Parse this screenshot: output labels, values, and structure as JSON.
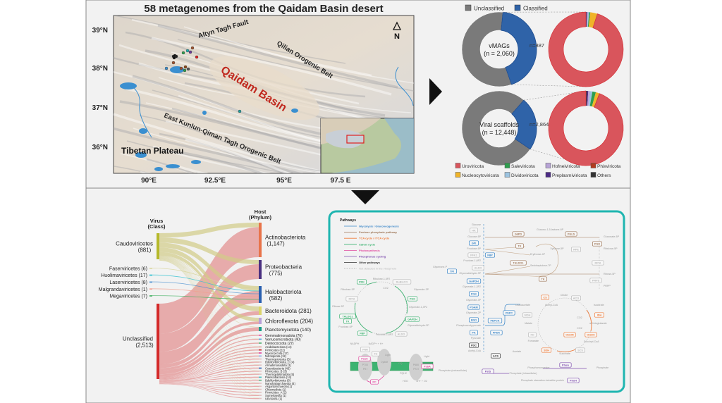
{
  "map": {
    "title": "58 metagenomes from the Qaidam Basin desert",
    "lat_ticks": [
      "39°N",
      "38°N",
      "37°N",
      "36°N"
    ],
    "lon_ticks": [
      "90°E",
      "92.5°E",
      "95°E",
      "97.5 E"
    ],
    "labels": {
      "altyn": "Altyn Tagh Fault",
      "qilian": "Qilian Orogenic Belt",
      "basin": "Qaidam Basin",
      "kunlun": "East Kunlun-Qiman Tagh Orogenic Belt",
      "plateau": "Tibetan Plateau",
      "north": "N"
    },
    "colors": {
      "basin_label": "#c0281e",
      "lake": "#3a8fd0",
      "inset_box": "#e02020"
    }
  },
  "classification": {
    "legend_top": [
      {
        "label": "Unclassified",
        "color": "#7a7a7a"
      },
      {
        "label": "Classified",
        "color": "#2f63a8"
      }
    ],
    "donuts": [
      {
        "name": "vMAGs",
        "n_label": "(n = 2,060)",
        "classified_label": "n=887",
        "total": 2060,
        "classified": 887,
        "phyla_fraction": {
          "Uroviricota": 0.95,
          "Nucleocytoviricota": 0.03,
          "Salaviricota": 0.005,
          "Dividoviricota": 0.005,
          "Hofneiviricota": 0.004,
          "Preplasmiviricota": 0.003,
          "Phixviricota": 0.001,
          "Others": 0.002
        }
      },
      {
        "name": "Viral scaffolds",
        "n_label": "(n = 12,448)",
        "classified_label": "n=2,864",
        "total": 12448,
        "classified": 2864,
        "phyla_fraction": {
          "Uroviricota": 0.94,
          "Nucleocytoviricota": 0.015,
          "Salaviricota": 0.015,
          "Dividoviricota": 0.01,
          "Hofneiviricota": 0.008,
          "Preplasmiviricota": 0.006,
          "Phixviricota": 0.002,
          "Others": 0.004
        }
      }
    ],
    "legend_bottom": [
      {
        "label": "Uroviricota",
        "color": "#d9555c"
      },
      {
        "label": "Saleviricota",
        "color": "#2e9e4e"
      },
      {
        "label": "Hofneiviricota",
        "color": "#b7a3d6"
      },
      {
        "label": "Phixviricota",
        "color": "#b23a1e"
      },
      {
        "label": "Nucleocytoviricota",
        "color": "#f0b429"
      },
      {
        "label": "Dividoviricota",
        "color": "#9cc3e0"
      },
      {
        "label": "Preplasmiviricota",
        "color": "#4b2a84"
      },
      {
        "label": "Others",
        "color": "#333333"
      }
    ]
  },
  "sankey": {
    "virus_header": [
      "Virus",
      "(Class)"
    ],
    "host_header": [
      "Host",
      "(Phylum)"
    ],
    "virus_classes": [
      {
        "name": "Caudoviricetes",
        "count": "(881)",
        "value": 881,
        "color": "#b5b82a"
      },
      {
        "name": "Faserviricetes (6)",
        "value": 6,
        "color": "#d8d49a"
      },
      {
        "name": "Huolimaviricetes (17)",
        "value": 17,
        "color": "#30c0d0"
      },
      {
        "name": "Laserviricetes (8)",
        "value": 8,
        "color": "#4a90d0"
      },
      {
        "name": "Malgrandaviricetes (1)",
        "value": 1,
        "color": "#f0a090"
      },
      {
        "name": "Megaviricetes (7)",
        "value": 7,
        "color": "#40b060"
      },
      {
        "name": "Unclassified",
        "count": "(2,513)",
        "value": 2513,
        "color": "#d42a2a"
      }
    ],
    "hosts": [
      {
        "name": "Actinobacteriota",
        "count": "(1,147)",
        "value": 1147,
        "color": "#e8744a"
      },
      {
        "name": "Proteobacteria",
        "count": "(775)",
        "value": 775,
        "color": "#4a3080"
      },
      {
        "name": "Halobacteriota",
        "count": "(582)",
        "value": 582,
        "color": "#2a60b0"
      },
      {
        "name": "Bacteroidota (281)",
        "value": 281,
        "color": "#dcd46c"
      },
      {
        "name": "Chloroflexota (204)",
        "value": 204,
        "color": "#b8a0d8"
      },
      {
        "name": "Planctomycetota (140)",
        "value": 140,
        "color": "#1a9a88"
      },
      {
        "name": "Gemmatimonadota (76)",
        "value": 76,
        "color": "#e040a0"
      },
      {
        "name": "Verrucomicrobiota (40)",
        "value": 40,
        "color": "#4aa0e0"
      },
      {
        "name": "Deinococcota (27)",
        "value": 27,
        "color": "#50b070"
      },
      {
        "name": "Acidobacteriota (14)",
        "value": 14,
        "color": "#e0a0a0"
      },
      {
        "name": "Firmicutes (22)",
        "value": 22,
        "color": "#c02020"
      },
      {
        "name": "Myxococcota (17)",
        "value": 17,
        "color": "#e040a0"
      },
      {
        "name": "Nitrospirota (12)",
        "value": 12,
        "color": "#90b0e0"
      },
      {
        "name": "Thermoproteota (5)",
        "value": 5,
        "color": "#e0c0c0"
      },
      {
        "name": "Bdellovibrionota_C (4)",
        "value": 4,
        "color": "#e0c0c0"
      },
      {
        "name": "Armatimonadota (1)",
        "value": 1,
        "color": "#e0c0c0"
      },
      {
        "name": "Cyanobacteria (45)",
        "value": 45,
        "color": "#2a60b0"
      },
      {
        "name": "Firmicutes_B (3)",
        "value": 3,
        "color": "#e0c0c0"
      },
      {
        "name": "Thermoplasmatota (5)",
        "value": 5,
        "color": "#e0c0c0"
      },
      {
        "name": "Patescibacteria (14)",
        "value": 14,
        "color": "#40c0c0"
      },
      {
        "name": "Bdellovibrionota (6)",
        "value": 6,
        "color": "#60b080"
      },
      {
        "name": "Nanohaloarchaeota (4)",
        "value": 4,
        "color": "#e0c0c0"
      },
      {
        "name": "Asgardarchaeota (1)",
        "value": 1,
        "color": "#e0c0c0"
      },
      {
        "name": "Chlamydiota (1)",
        "value": 1,
        "color": "#e0c0c0"
      },
      {
        "name": "Firmicutes_A (1)",
        "value": 1,
        "color": "#e0c0c0"
      },
      {
        "name": "Sumerlaeota (1)",
        "value": 1,
        "color": "#e0c0c0"
      },
      {
        "name": "UBA6481 (1)",
        "value": 1,
        "color": "#e0c0c0"
      }
    ]
  },
  "pathways": {
    "border_color": "#1fb5b0",
    "legend_title": "Pathways",
    "legend": [
      {
        "label": "Glycolysis / Gluconeogenesis",
        "color": "#3a86c8"
      },
      {
        "label": "Pentose phosphate pathway",
        "color": "#a0785a"
      },
      {
        "label": "TCA cycle / rTCA cycle",
        "color": "#f07c3a"
      },
      {
        "label": "Calvin cycle",
        "color": "#3cb371"
      },
      {
        "label": "Photosynthesis",
        "color": "#e0479e"
      },
      {
        "label": "Phosphorus cycling",
        "color": "#8050b0"
      },
      {
        "label": "Other pathways",
        "color": "#333333"
      },
      {
        "label": "Not detected in the virosphere",
        "color": "#bbbbbb"
      }
    ],
    "metabolites": [
      "Ribulose-1,5P2",
      "CO2",
      "Glycerate-3P",
      "Ribulose-5P",
      "Ribose-5P",
      "Glycerate-1,3P2",
      "Fructose-6P",
      "Glyceraldehyde-3P",
      "Fructose-1,6P2",
      "Glucose",
      "Glucose-6P",
      "Fructose-6P",
      "Fructose-1,6P2",
      "Glycerone-P",
      "Glyceraldehyde-3P",
      "Glycerate-1,3P2",
      "Glycerate-3P",
      "Glycerate-2P",
      "Phosphoenolpyruvate",
      "Pyruvate",
      "Acetyl-CoA",
      "Acetate",
      "Glucono-1,5-lactone-6P",
      "Gluconate-6P",
      "Xylulose-5P",
      "Ribulose-5P",
      "Erythrose-4P",
      "Sedoheptulose-7P",
      "Ribose-5P",
      "PRPP",
      "Citrate",
      "Acetyl-CoA",
      "Oxaloacetate",
      "Isocitrate",
      "CO2",
      "α-Ketoglutarate",
      "Malate",
      "CO2",
      "Succinyl-CoA",
      "Fumarate",
      "Succinate",
      "Phosphate (extracellular)",
      "Phosphate (intracellular)",
      "Phosphomonoester",
      "Phosphate",
      "Phosphate starvation-inducible protein",
      "NADPH",
      "NADP+ + H+",
      "Light",
      "Light",
      "H2O",
      "4H+ + O2",
      "PQ",
      "PQH2"
    ],
    "enzymes": [
      {
        "label": "PRK",
        "pathway": "calvin",
        "detected": true
      },
      {
        "label": "RuBisCO",
        "pathway": "calvin",
        "detected": false
      },
      {
        "label": "PGK",
        "pathway": "calvin",
        "detected": true
      },
      {
        "label": "RPIA",
        "pathway": "calvin",
        "detected": false
      },
      {
        "label": "TALDO1",
        "pathway": "calvin",
        "detected": true
      },
      {
        "label": "TK",
        "pathway": "calvin",
        "detected": true
      },
      {
        "label": "GAPDH",
        "pathway": "calvin",
        "detected": true
      },
      {
        "label": "FBP",
        "pathway": "calvin",
        "detected": true
      },
      {
        "label": "ALDO",
        "pathway": "calvin",
        "detected": false
      },
      {
        "label": "HK",
        "pathway": "glycolysis",
        "detected": false
      },
      {
        "label": "GPI",
        "pathway": "glycolysis",
        "detected": true
      },
      {
        "label": "PFK1",
        "pathway": "glycolysis",
        "detected": false
      },
      {
        "label": "FBP",
        "pathway": "glycolysis",
        "detected": true
      },
      {
        "label": "ALDO",
        "pathway": "glycolysis",
        "detected": false
      },
      {
        "label": "TPI",
        "pathway": "glycolysis",
        "detected": true
      },
      {
        "label": "GAPDH",
        "pathway": "glycolysis",
        "detected": true
      },
      {
        "label": "PGK",
        "pathway": "glycolysis",
        "detected": true
      },
      {
        "label": "PGAM",
        "pathway": "glycolysis",
        "detected": true
      },
      {
        "label": "ENO",
        "pathway": "glycolysis",
        "detected": true
      },
      {
        "label": "PEPCK",
        "pathway": "glycolysis",
        "detected": true
      },
      {
        "label": "PK",
        "pathway": "glycolysis",
        "detected": true
      },
      {
        "label": "PPDK",
        "pathway": "glycolysis",
        "detected": true
      },
      {
        "label": "PDC",
        "pathway": "other",
        "detected": true
      },
      {
        "label": "ACS",
        "pathway": "other",
        "detected": true
      },
      {
        "label": "PEPC",
        "pathway": "glycolysis",
        "detected": true
      },
      {
        "label": "G6PD",
        "pathway": "ppp",
        "detected": true
      },
      {
        "label": "PGLS",
        "pathway": "ppp",
        "detected": true
      },
      {
        "label": "PGD",
        "pathway": "ppp",
        "detected": true
      },
      {
        "label": "TK",
        "pathway": "ppp",
        "detected": true
      },
      {
        "label": "RPE",
        "pathway": "ppp",
        "detected": false
      },
      {
        "label": "TALDO1",
        "pathway": "ppp",
        "detected": true
      },
      {
        "label": "RPIA",
        "pathway": "ppp",
        "detected": false
      },
      {
        "label": "TK",
        "pathway": "ppp",
        "detected": true
      },
      {
        "label": "PRPS",
        "pathway": "ppp",
        "detected": false
      },
      {
        "label": "CS",
        "pathway": "tca",
        "detected": true
      },
      {
        "label": "ACO",
        "pathway": "tca",
        "detected": false
      },
      {
        "label": "IDH",
        "pathway": "tca",
        "detected": true
      },
      {
        "label": "MDH",
        "pathway": "tca",
        "detected": false
      },
      {
        "label": "FH",
        "pathway": "tca",
        "detected": false
      },
      {
        "label": "OGOR",
        "pathway": "tca",
        "detected": true
      },
      {
        "label": "OGDC",
        "pathway": "tca",
        "detected": true
      },
      {
        "label": "SDH",
        "pathway": "tca",
        "detected": true
      },
      {
        "label": "SCS",
        "pathway": "tca",
        "detected": false
      },
      {
        "label": "PstS",
        "pathway": "phosphorus",
        "detected": true
      },
      {
        "label": "PhoA",
        "pathway": "phosphorus",
        "detected": true
      },
      {
        "label": "PhoH",
        "pathway": "phosphorus",
        "detected": true
      },
      {
        "label": "PsaC",
        "pathway": "photosynthesis",
        "detected": true
      },
      {
        "label": "PC",
        "pathway": "photosynthesis",
        "detected": true
      },
      {
        "label": "PsbA",
        "pathway": "photosynthesis",
        "detected": true
      },
      {
        "label": "FNR",
        "pathway": "photosynthesis",
        "detected": false
      },
      {
        "label": "Fd",
        "pathway": "photosynthesis",
        "detected": false
      }
    ],
    "complexes": [
      "P700",
      "PS I",
      "Cytb6f",
      "P680",
      "PS II"
    ]
  }
}
